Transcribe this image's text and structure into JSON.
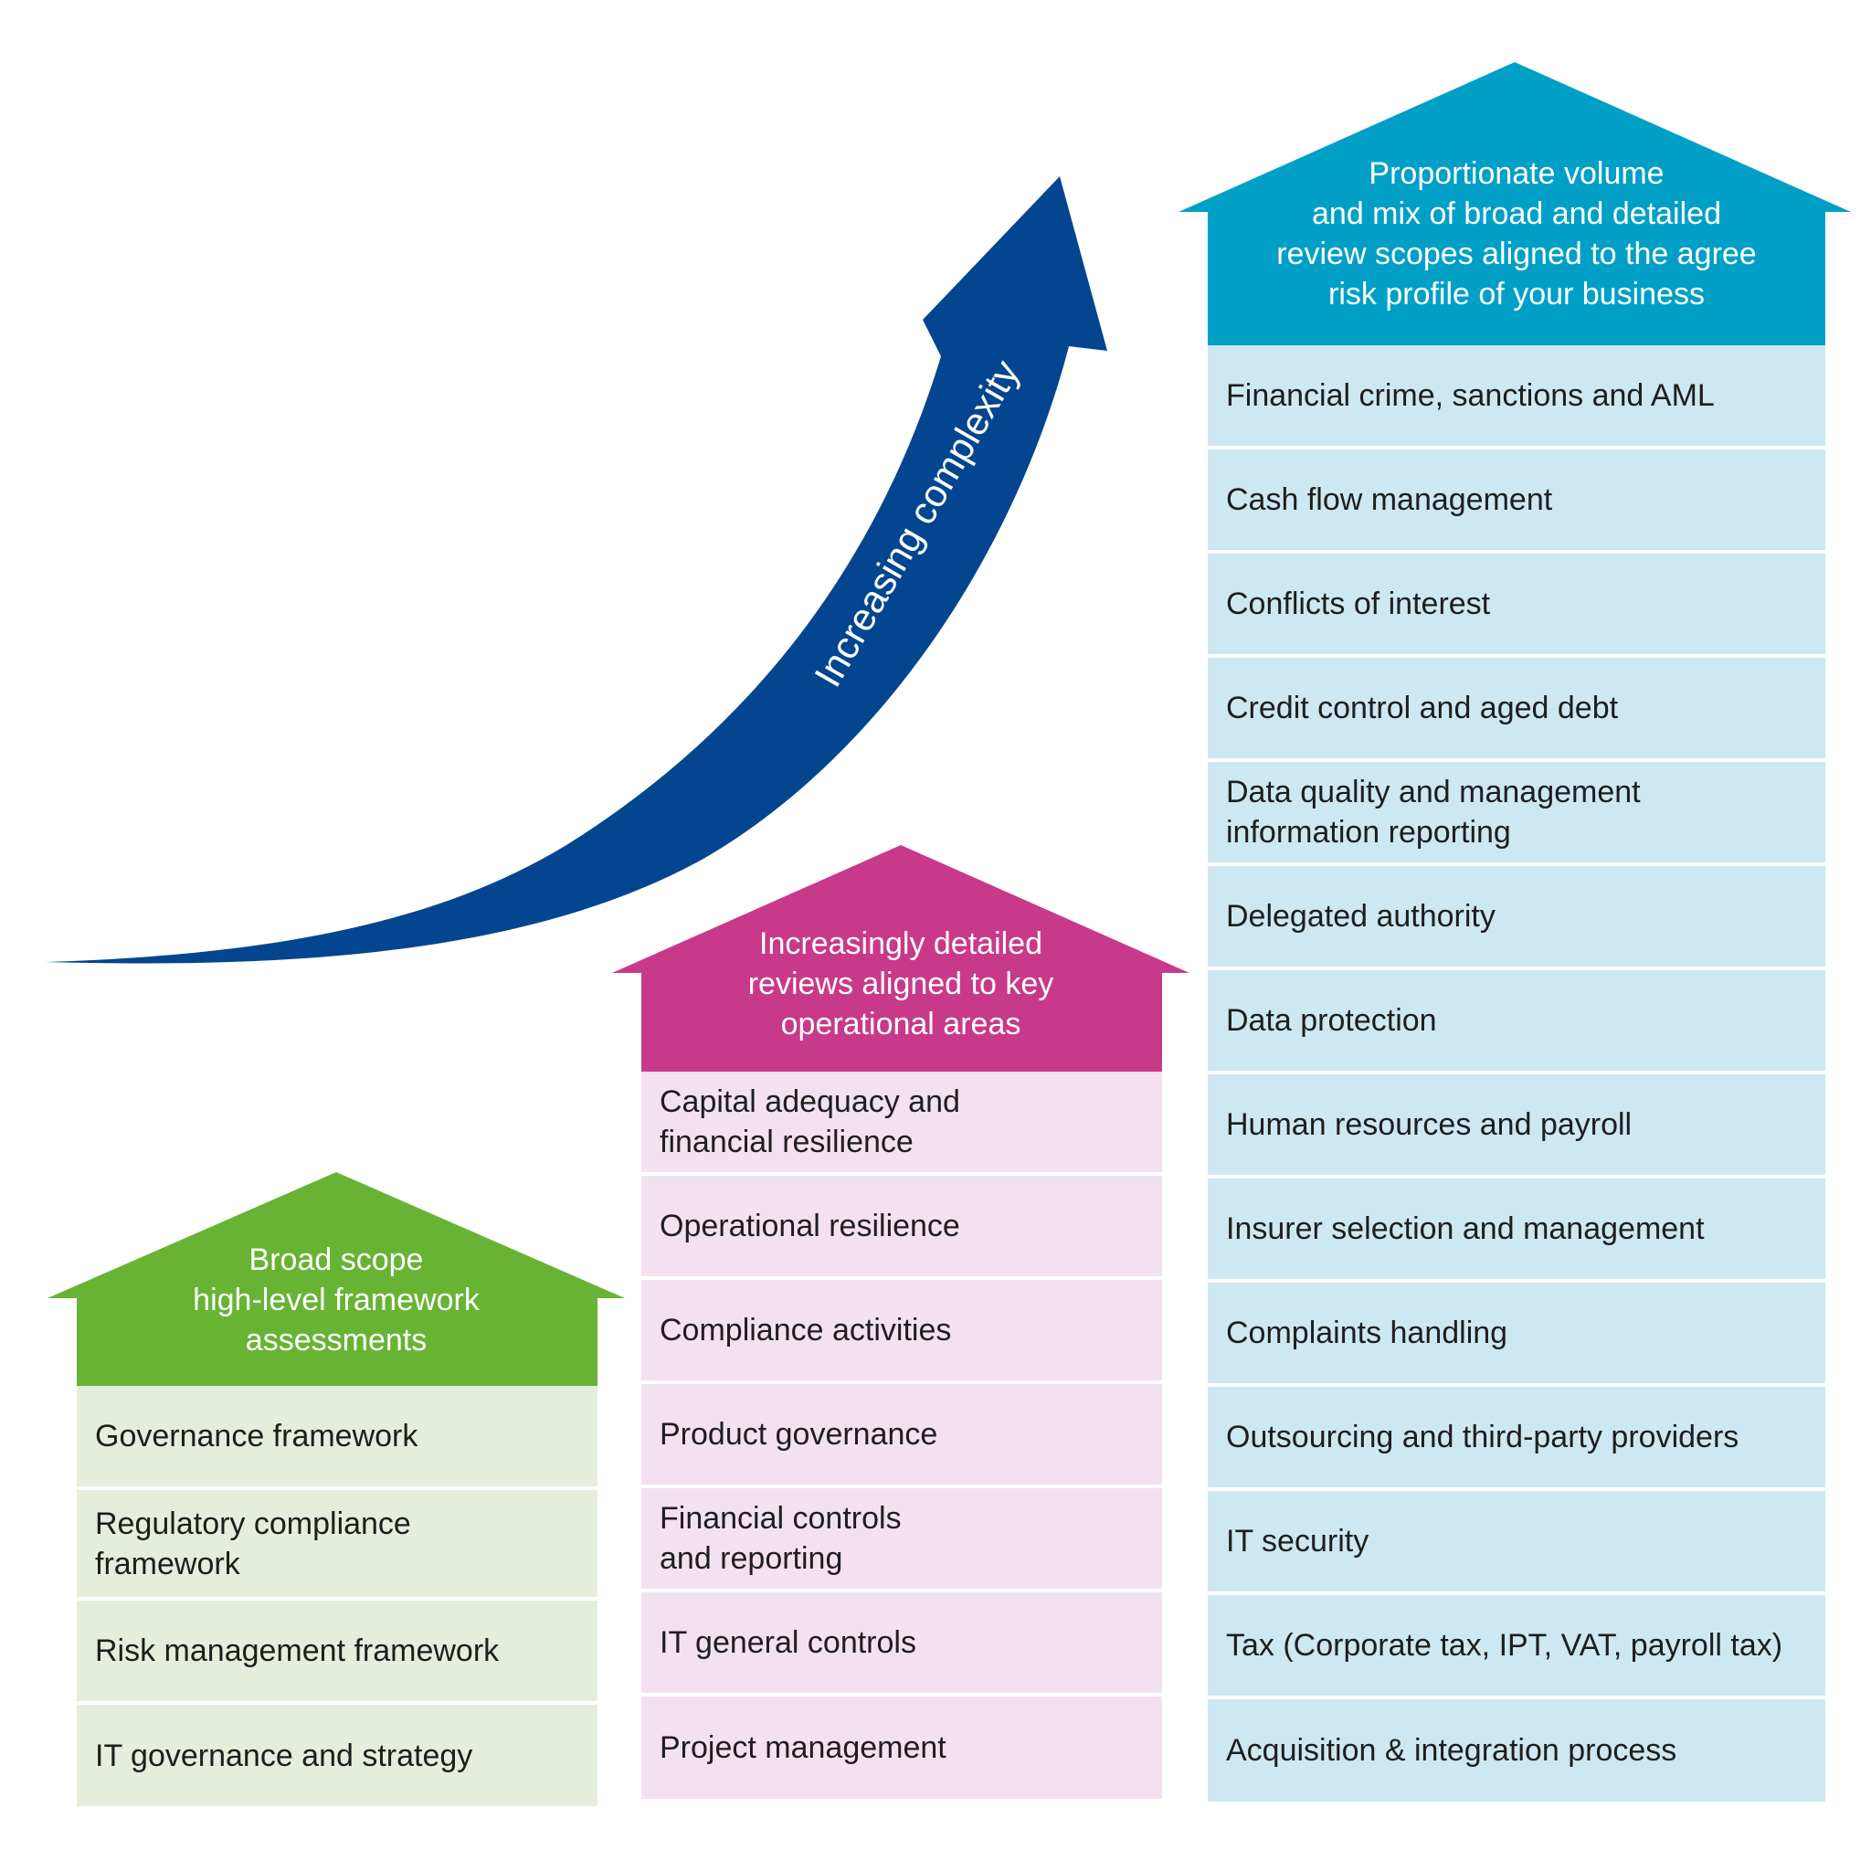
{
  "colors": {
    "green": "#68b334",
    "green_light": "#e5eedb",
    "magenta": "#c8398a",
    "magenta_light": "#f4e1ef",
    "cyan": "#00a0c6",
    "cyan_light": "#cde8f2",
    "arrow_blue": "#03468f"
  },
  "arrow": {
    "label": "Increasing complexity"
  },
  "columns": [
    {
      "id": "broad",
      "color_key": "green",
      "header": "Broad scope\nhigh-level framework\nassessments",
      "items": [
        "Governance framework",
        "Regulatory compliance\nframework",
        "Risk management framework",
        "IT governance and strategy"
      ]
    },
    {
      "id": "detailed",
      "color_key": "magenta",
      "header": "Increasingly detailed\nreviews aligned to key\noperational areas",
      "items": [
        "Capital adequacy and\nfinancial resilience",
        "Operational resilience",
        "Compliance activities",
        "Product governance",
        "Financial controls\nand reporting",
        "IT general controls",
        "Project management"
      ]
    },
    {
      "id": "proportionate",
      "color_key": "cyan",
      "header": "Proportionate volume\nand mix of broad and detailed\nreview scopes aligned to the agree\nrisk profile of your business",
      "items": [
        "Financial crime, sanctions and AML",
        "Cash flow management",
        "Conflicts of interest",
        "Credit control and aged debt",
        "Data quality and management\ninformation reporting",
        "Delegated authority",
        "Data protection",
        "Human resources and payroll",
        "Insurer selection and management",
        "Complaints handling",
        "Outsourcing and third-party providers",
        "IT security",
        "Tax (Corporate tax, IPT, VAT, payroll tax)",
        "Acquisition & integration process"
      ]
    }
  ]
}
